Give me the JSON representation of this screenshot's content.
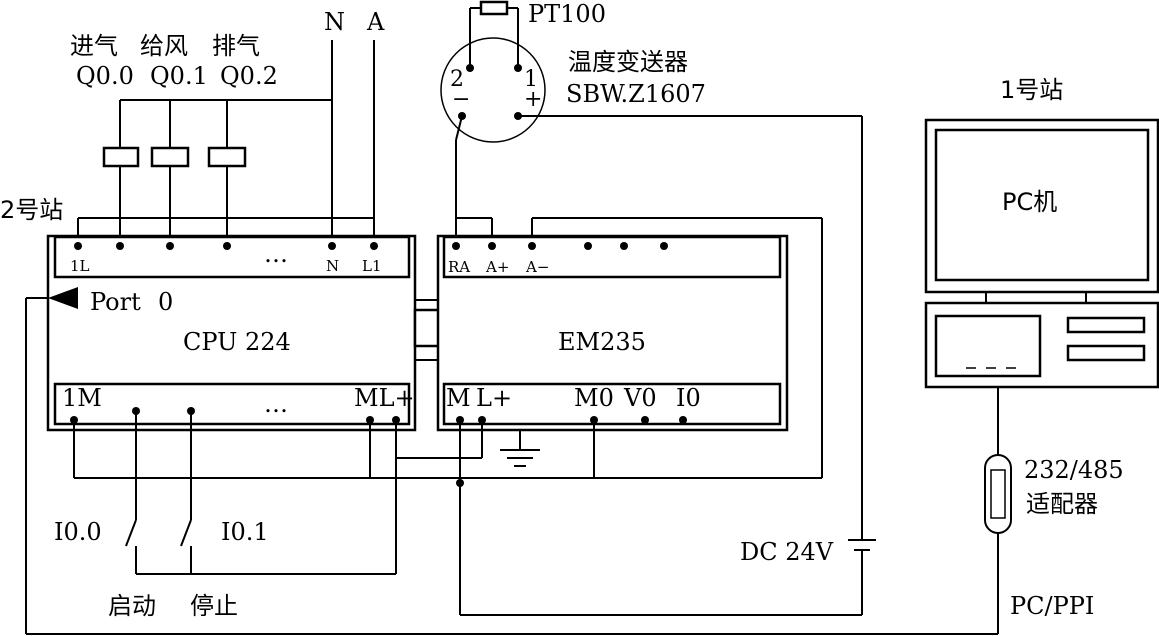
{
  "labels": {
    "intake": "进气",
    "supply_air": "给风",
    "exhaust": "排气",
    "q00": "Q0.0",
    "q01": "Q0.1",
    "q02": "Q0.2",
    "n": "N",
    "a": "A",
    "pt100": "PT100",
    "transmitter": "温度变送器",
    "transmitter_model": "SBW.Z1607",
    "pin2": "2",
    "pin1": "1",
    "minus": "−",
    "plus": "+",
    "station1": "1号站",
    "station2": "2号站",
    "pc": "PC机",
    "t_1l": "1L",
    "t_n": "N",
    "t_l1": "L1",
    "ellipsis": "…",
    "port": "Port",
    "port_num": "0",
    "cpu": "CPU 224",
    "em": "EM235",
    "t_ra": "RA",
    "t_ap": "A+",
    "t_am": "A−",
    "t_1m": "1M",
    "t_ml": "ML+",
    "t_m": "M",
    "t_lp": "L+",
    "t_m0": "M0",
    "t_v0": "V0",
    "t_i0": "I0",
    "i00": "I0.0",
    "i01": "I0.1",
    "start": "启动",
    "stop": "停止",
    "dc24": "DC 24V",
    "adapter_num": "232/485",
    "adapter": "适配器",
    "pcppi": "PC/PPI"
  }
}
